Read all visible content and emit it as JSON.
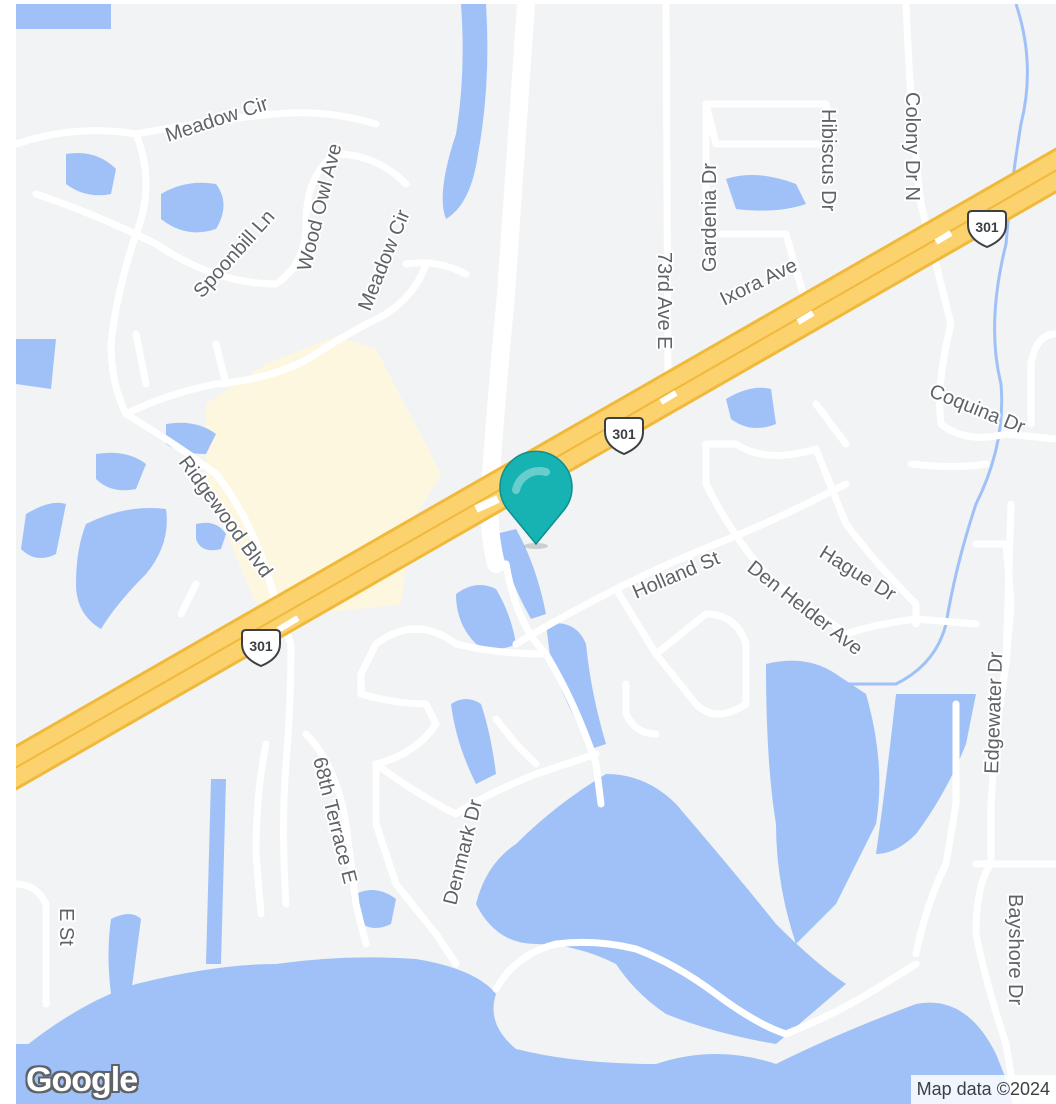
{
  "colors": {
    "land": "#f1f3f4",
    "water": "#9fc1f8",
    "road": "#ffffff",
    "highway": "#fcd26f",
    "highway_edge": "#f0b93a",
    "commercial": "#fef7e0",
    "marker": "#17b3b3"
  },
  "map": {
    "highway_shield": "301",
    "streets": {
      "meadow_cir_1": "Meadow Cir",
      "wood_owl_ave": "Wood Owl Ave",
      "spoonbill_ln": "Spoonbill Ln",
      "meadow_cir_2": "Meadow Cir",
      "gardenia_dr": "Gardenia Dr",
      "hibiscus_dr": "Hibiscus Dr",
      "colony_dr_n": "Colony Dr N",
      "ixora_ave": "Ixora Ave",
      "ave_73rd_e": "73rd Ave E",
      "coquina_dr": "Coquina Dr",
      "ridgewood_blvd": "Ridgewood Blvd",
      "holland_st": "Holland St",
      "den_helder_ave": "Den Helder Ave",
      "hague_dr": "Hague Dr",
      "edgewater_dr": "Edgewater Dr",
      "terrace_68th_e": "68th Terrace E",
      "denmark_dr": "Denmark Dr",
      "e_st": "E St",
      "bayshore_dr": "Bayshore Dr"
    },
    "marker_icon": "map-pin-icon"
  },
  "brand": {
    "logo": "Google"
  },
  "attribution": "Map data ©2024"
}
